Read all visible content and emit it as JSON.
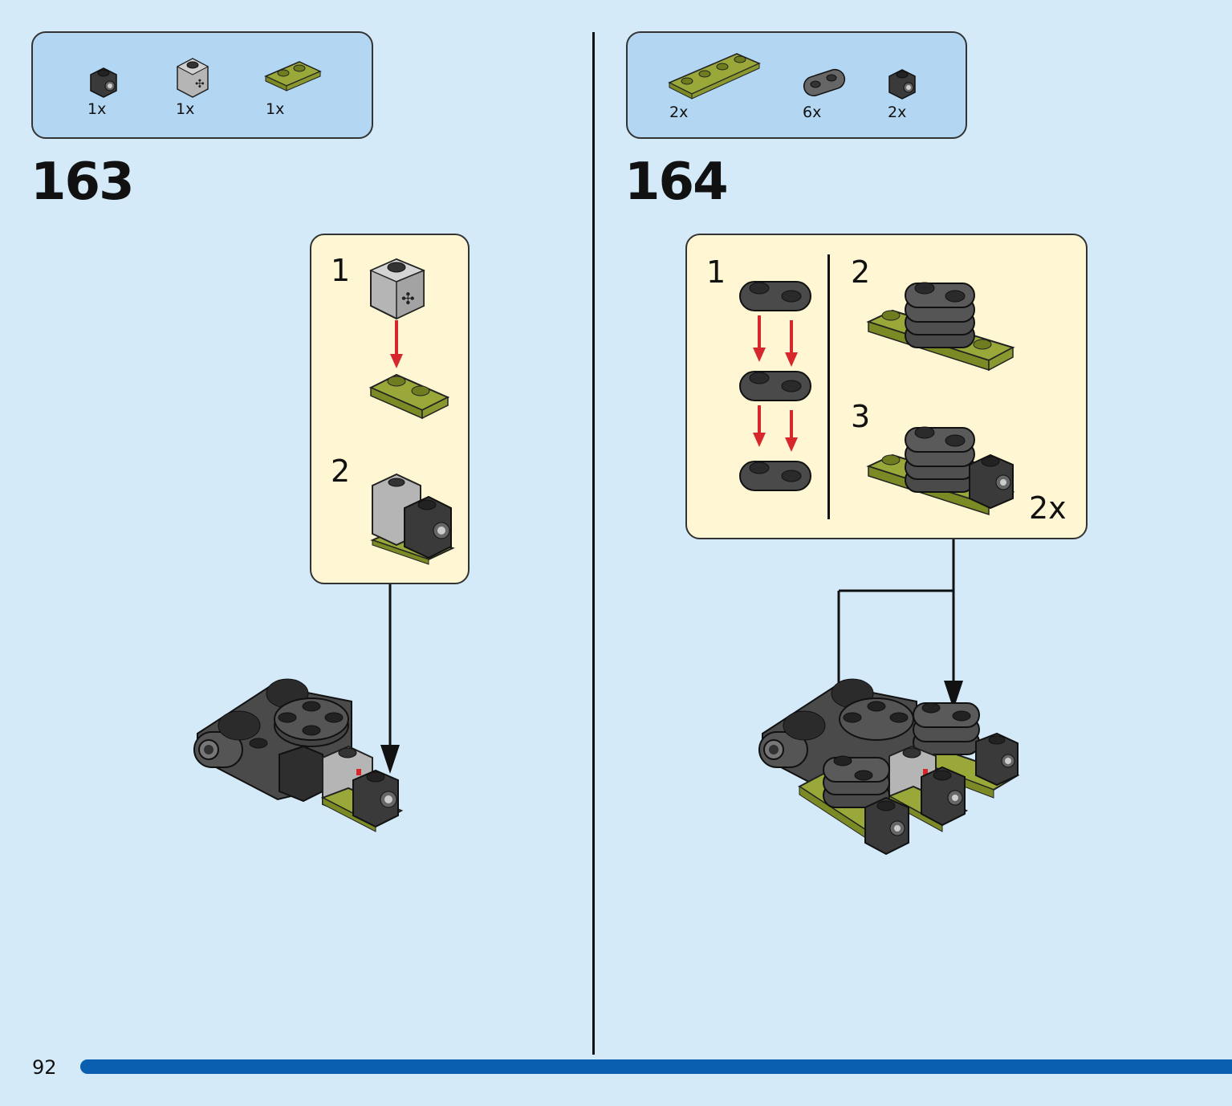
{
  "page": {
    "number": "92"
  },
  "steps": [
    {
      "number": "163",
      "parts": [
        {
          "icon": "dark-gray-round-brick-icon",
          "qty": "1x"
        },
        {
          "icon": "light-gray-technic-brick-icon",
          "qty": "1x"
        },
        {
          "icon": "olive-green-plate-1x2-icon",
          "qty": "1x"
        }
      ],
      "substeps": [
        "1",
        "2"
      ]
    },
    {
      "number": "164",
      "parts": [
        {
          "icon": "olive-green-plate-1x4-icon",
          "qty": "2x"
        },
        {
          "icon": "dark-gray-rounded-plate-icon",
          "qty": "6x"
        },
        {
          "icon": "dark-gray-round-brick-icon",
          "qty": "2x"
        }
      ],
      "substeps": [
        "1",
        "2",
        "3"
      ],
      "multiplier": "2x"
    }
  ],
  "colors": {
    "background": "#d4eaf9",
    "parts_panel": "#b3d7f3",
    "callout": "#fff7d3",
    "progress_bar": "#0b5fb0",
    "olive_green": "#9aa83a",
    "dark_gray": "#4a4a4a",
    "light_gray": "#b5b5b5",
    "arrow_red": "#d6282c"
  }
}
